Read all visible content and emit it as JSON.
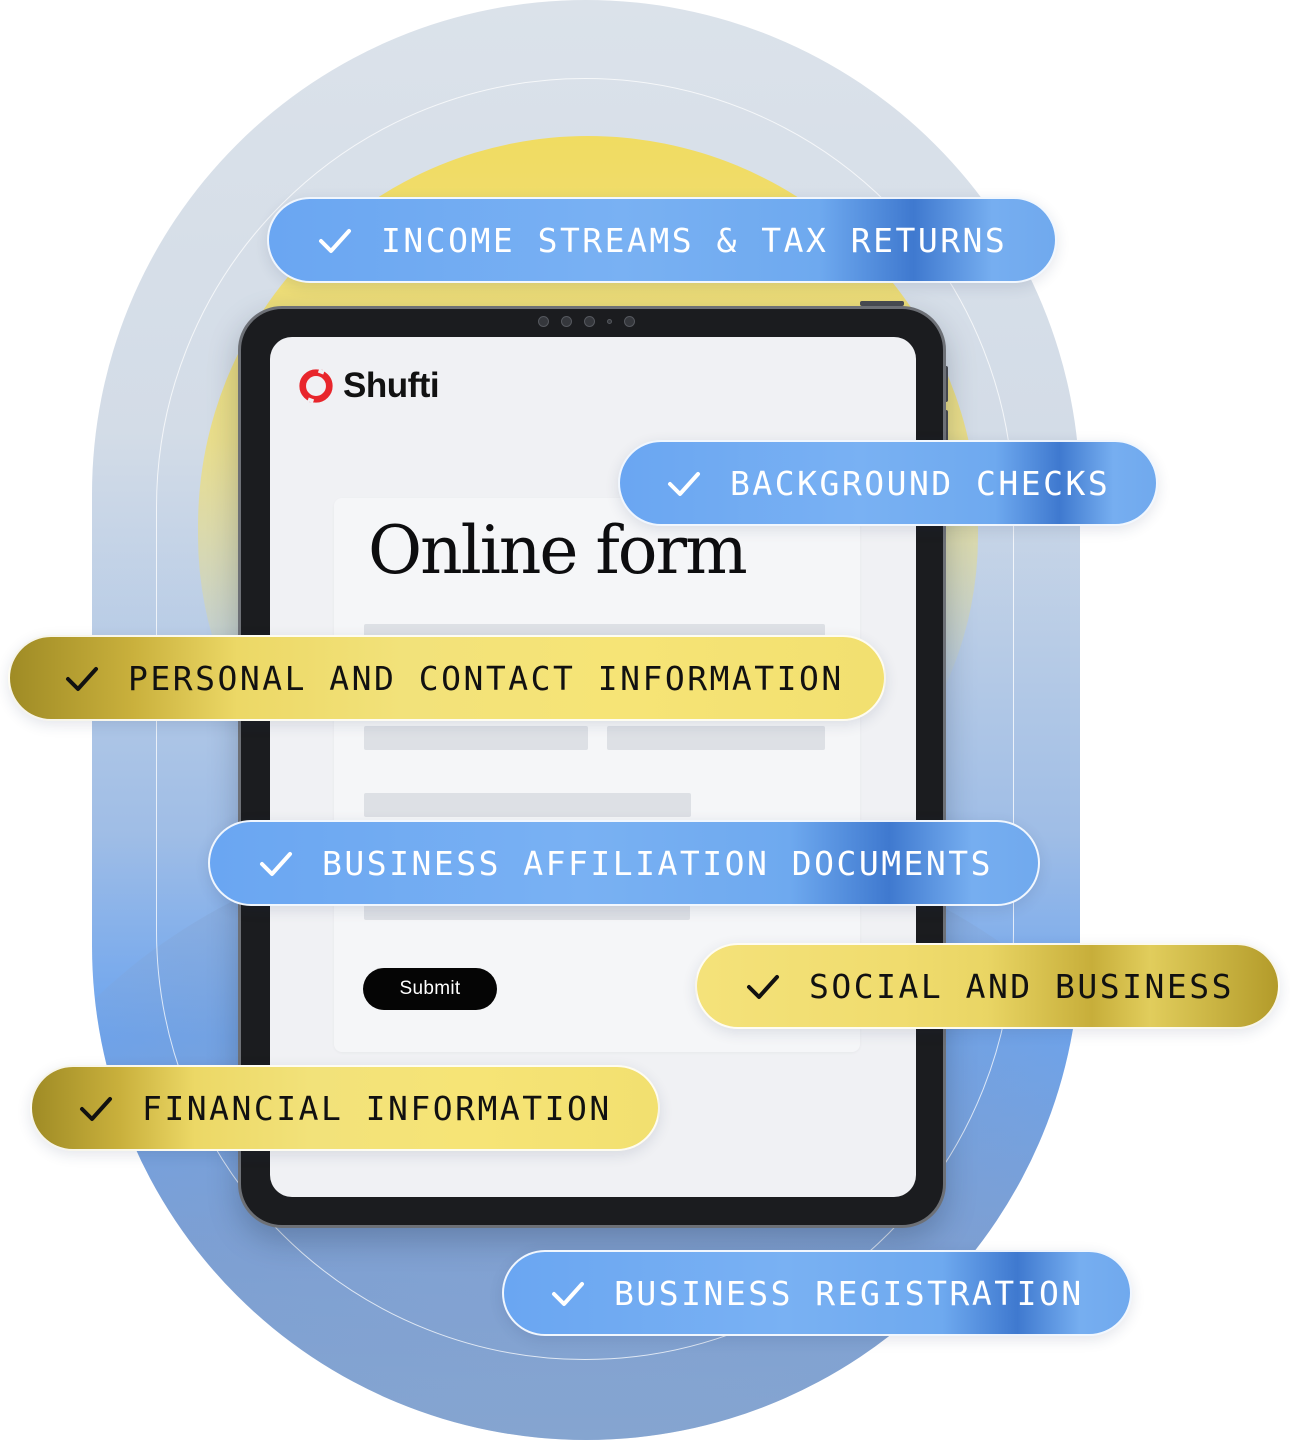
{
  "brand": {
    "name": "Shufti",
    "accent": "#e8262c"
  },
  "form": {
    "title": "Online form",
    "submit_label": "Submit"
  },
  "checklist": [
    {
      "label": "INCOME STREAMS & TAX RETURNS",
      "style": "blue",
      "icon": "check-icon"
    },
    {
      "label": "BACKGROUND CHECKS",
      "style": "blue",
      "icon": "check-icon"
    },
    {
      "label": "PERSONAL AND CONTACT INFORMATION",
      "style": "gold",
      "icon": "check-icon"
    },
    {
      "label": "BUSINESS AFFILIATION DOCUMENTS",
      "style": "blue",
      "icon": "check-icon"
    },
    {
      "label": "SOCIAL AND BUSINESS",
      "style": "gold",
      "icon": "check-icon"
    },
    {
      "label": "FINANCIAL INFORMATION",
      "style": "gold",
      "icon": "check-icon"
    },
    {
      "label": "BUSINESS REGISTRATION",
      "style": "blue",
      "icon": "check-icon"
    }
  ],
  "colors": {
    "pill_blue": "#6aa6f2",
    "pill_gold": "#f2e27a",
    "background_blue": "#6aa3ef",
    "background_yellow": "#f2dc5a"
  }
}
